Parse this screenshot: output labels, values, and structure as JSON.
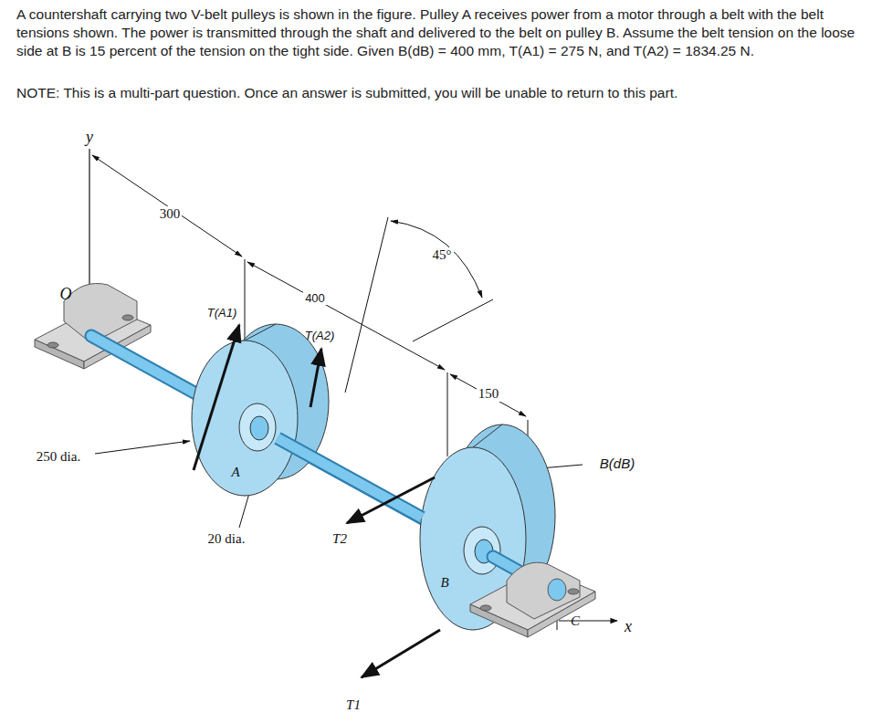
{
  "diagram": {
    "labels": [
      "A countershaft carrying two V-belt pulleys is shown in the figure. Pulley A receives power from a motor through a belt with the belt tensions shown. The power is transmitted through the shaft and delivered to the belt on pulley B. Assume the belt tension on the loose side at B is 15 percent of the tension on the tight side. Given B(dB) = 400 mm, T(A1) = 275 N, and T(A2) = 1834.25 N.",
      "NOTE: This is a multi-part question. Once an answer is submitted, you will be unable to return to this part.",
      "y",
      "300",
      "O",
      "T(A1)",
      "400",
      "T(A2)",
      "45°",
      "150",
      "250 dia.",
      "A",
      "20 dia.",
      "T2",
      "B",
      "B(dB)",
      "C",
      "x",
      "T1"
    ]
  }
}
